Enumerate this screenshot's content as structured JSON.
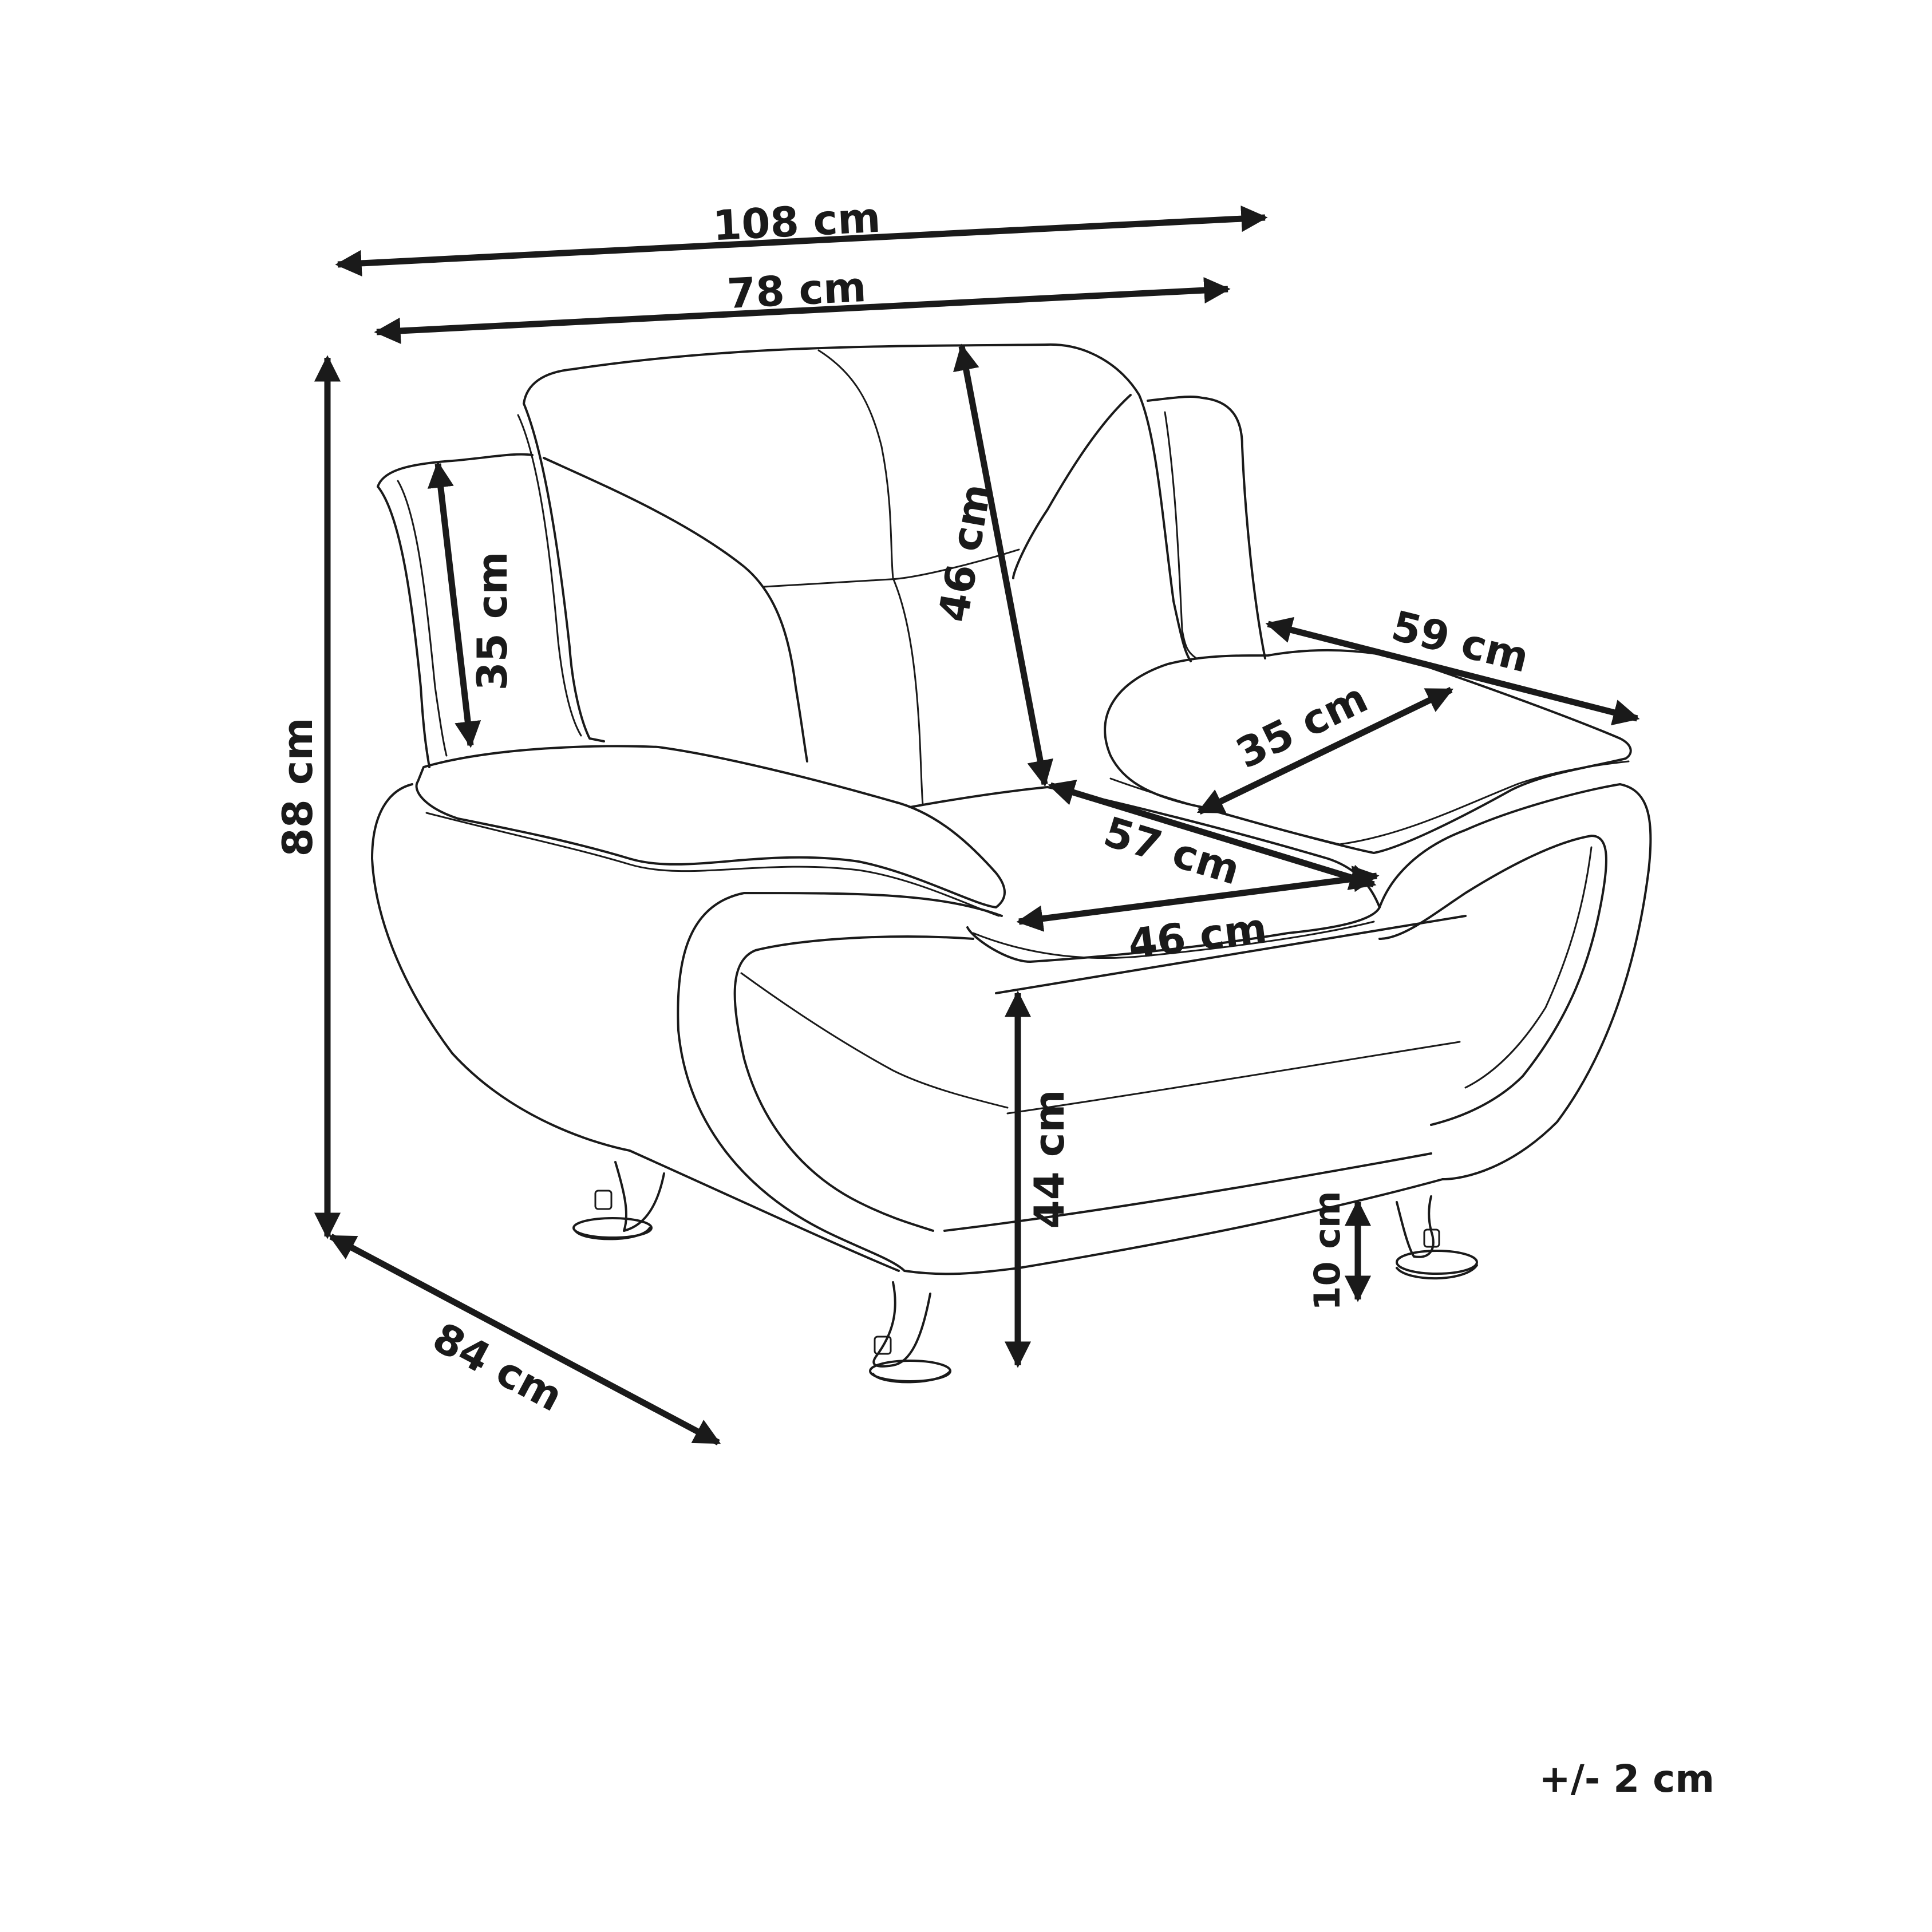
{
  "dimensions": {
    "total_width": "108 cm",
    "back_width": "78 cm",
    "total_height": "88 cm",
    "armrest_height": "35 cm",
    "backrest_height": "46 cm",
    "arm_depth": "59 cm",
    "arm_width": "35 cm",
    "seat_depth": "57 cm",
    "seat_width": "46 cm",
    "seat_height": "44 cm",
    "leg_height": "10 cm",
    "total_depth": "84 cm"
  },
  "tolerance": "+/- 2 cm",
  "colors": {
    "stroke": "#1a1a1a",
    "background": "#ffffff"
  }
}
